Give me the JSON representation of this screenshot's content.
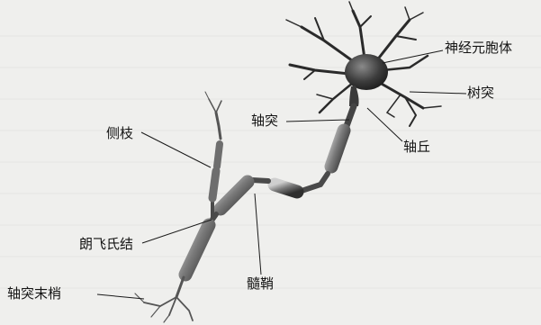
{
  "labels": {
    "soma": "神经元胞体",
    "dendrite": "树突",
    "axon": "轴突",
    "axon_hillock": "轴丘",
    "collateral": "侧枝",
    "node_of_ranvier": "朗飞氏结",
    "myelin_sheath": "髓鞘",
    "axon_terminal": "轴突末梢"
  }
}
